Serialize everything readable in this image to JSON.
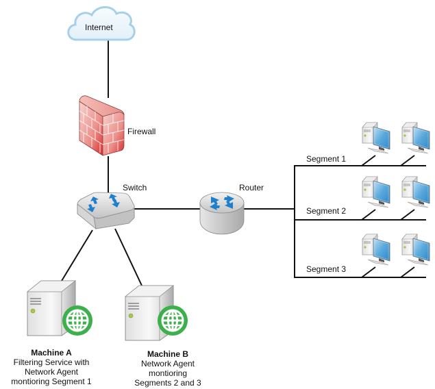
{
  "diagram": {
    "nodes": {
      "internet": {
        "label": "Internet",
        "type": "cloud"
      },
      "firewall": {
        "label": "Firewall",
        "type": "firewall"
      },
      "switch": {
        "label": "Switch",
        "type": "switch"
      },
      "router": {
        "label": "Router",
        "type": "router"
      },
      "machine_a": {
        "title": "Machine A",
        "lines": [
          "Filtering Service with",
          "Network Agent",
          "montioring Segment 1"
        ],
        "type": "server"
      },
      "machine_b": {
        "title": "Machine B",
        "lines": [
          "Network Agent",
          "montioring",
          "Segments 2 and 3"
        ],
        "type": "server"
      }
    },
    "segments": [
      {
        "label": "Segment 1",
        "workstations": 2
      },
      {
        "label": "Segment 2",
        "workstations": 2
      },
      {
        "label": "Segment 3",
        "workstations": 2
      }
    ],
    "connections": [
      [
        "internet",
        "firewall"
      ],
      [
        "firewall",
        "switch"
      ],
      [
        "switch",
        "router"
      ],
      [
        "switch",
        "machine_a"
      ],
      [
        "switch",
        "machine_b"
      ],
      [
        "router",
        "segments"
      ]
    ],
    "colors": {
      "line": "#111111",
      "cloud_fill": "#eef6fb",
      "cloud_stroke": "#9fcbe6",
      "firewall": "#e06a6a",
      "arrow_blue": "#1f7fcf",
      "globe_green": "#3cb04a",
      "monitor_blue": "#5aa9dc"
    }
  }
}
